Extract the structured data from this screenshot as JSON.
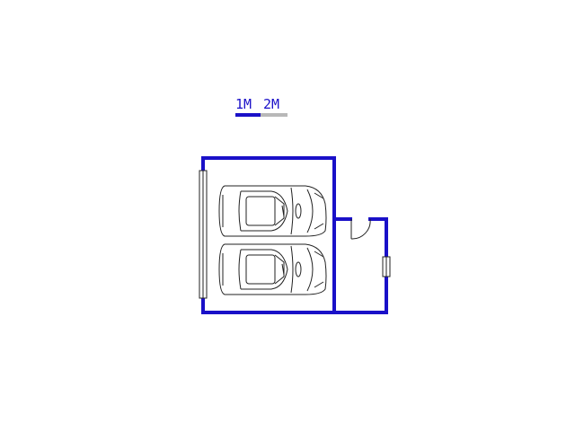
{
  "scale_bar": {
    "label_1": "1M",
    "label_2": "2M",
    "primary_color": "#1a10c8",
    "secondary_color": "#b8b8b8"
  },
  "floor_plan": {
    "wall_color": "#1a10c8",
    "rooms": [
      "garage",
      "side-room"
    ],
    "cars": 2,
    "doors": 1,
    "windows": 2
  }
}
